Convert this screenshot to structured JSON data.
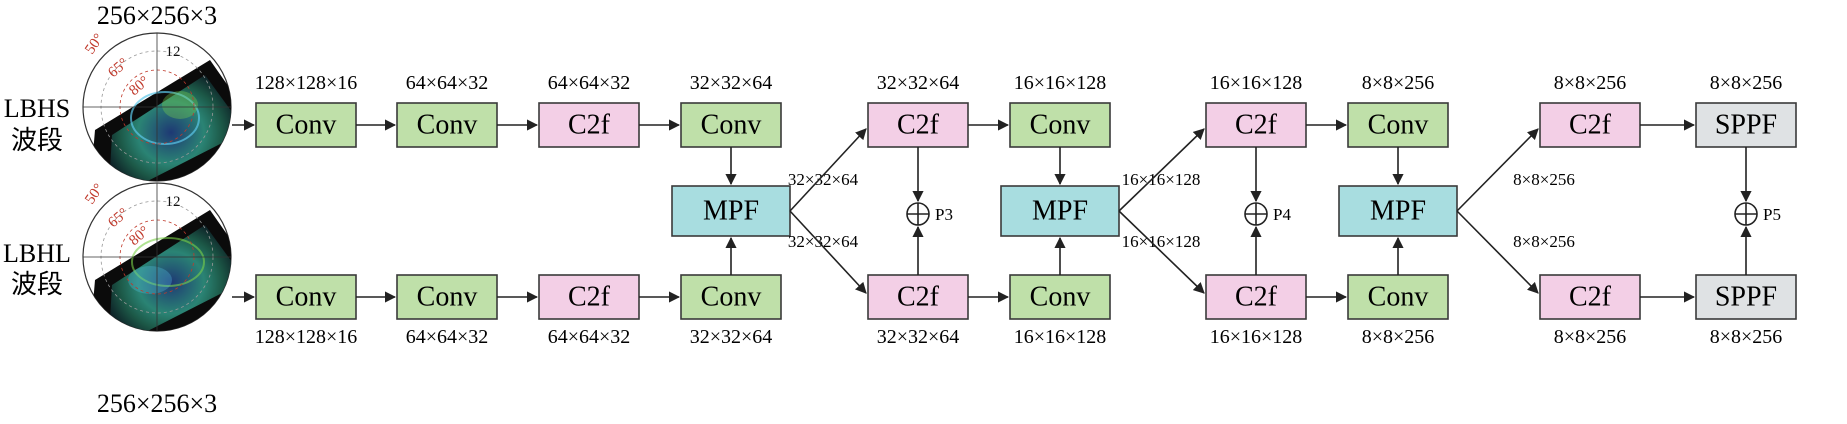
{
  "inputs": {
    "top": {
      "band": "LBHS",
      "band_sub": "波段",
      "dim": "256×256×3"
    },
    "bottom": {
      "band": "LBHL",
      "band_sub": "波段",
      "dim": "256×256×3"
    },
    "polar_labels": {
      "a50": "50°",
      "a65": "65°",
      "a80": "80°",
      "h12": "12"
    }
  },
  "top_row": [
    {
      "label": "Conv",
      "dim": "128×128×16",
      "kind": "conv"
    },
    {
      "label": "Conv",
      "dim": "64×64×32",
      "kind": "conv"
    },
    {
      "label": "C2f",
      "dim": "64×64×32",
      "kind": "c2f"
    },
    {
      "label": "Conv",
      "dim": "32×32×64",
      "kind": "conv"
    },
    {
      "label": "C2f",
      "dim": "32×32×64",
      "kind": "c2f"
    },
    {
      "label": "Conv",
      "dim": "16×16×128",
      "kind": "conv"
    },
    {
      "label": "C2f",
      "dim": "16×16×128",
      "kind": "c2f"
    },
    {
      "label": "Conv",
      "dim": "8×8×256",
      "kind": "conv"
    },
    {
      "label": "C2f",
      "dim": "8×8×256",
      "kind": "c2f"
    },
    {
      "label": "SPPF",
      "dim": "8×8×256",
      "kind": "sppf"
    }
  ],
  "bottom_row": [
    {
      "label": "Conv",
      "dim": "128×128×16",
      "kind": "conv"
    },
    {
      "label": "Conv",
      "dim": "64×64×32",
      "kind": "conv"
    },
    {
      "label": "C2f",
      "dim": "64×64×32",
      "kind": "c2f"
    },
    {
      "label": "Conv",
      "dim": "32×32×64",
      "kind": "conv"
    },
    {
      "label": "C2f",
      "dim": "32×32×64",
      "kind": "c2f"
    },
    {
      "label": "Conv",
      "dim": "16×16×128",
      "kind": "conv"
    },
    {
      "label": "C2f",
      "dim": "16×16×128",
      "kind": "c2f"
    },
    {
      "label": "Conv",
      "dim": "8×8×256",
      "kind": "conv"
    },
    {
      "label": "C2f",
      "dim": "8×8×256",
      "kind": "c2f"
    },
    {
      "label": "SPPF",
      "dim": "8×8×256",
      "kind": "sppf"
    }
  ],
  "mpf_blocks": [
    {
      "label": "MPF",
      "up_dim": "32×32×64",
      "down_dim": "32×32×64"
    },
    {
      "label": "MPF",
      "up_dim": "16×16×128",
      "down_dim": "16×16×128"
    },
    {
      "label": "MPF",
      "up_dim": "8×8×256",
      "down_dim": "8×8×256"
    }
  ],
  "outputs": [
    "P3",
    "P4",
    "P5"
  ],
  "colors": {
    "conv": "#bfe0a9",
    "c2f": "#f3cfe6",
    "mpf": "#a8dde0",
    "sppf": "#dfe2e4"
  }
}
